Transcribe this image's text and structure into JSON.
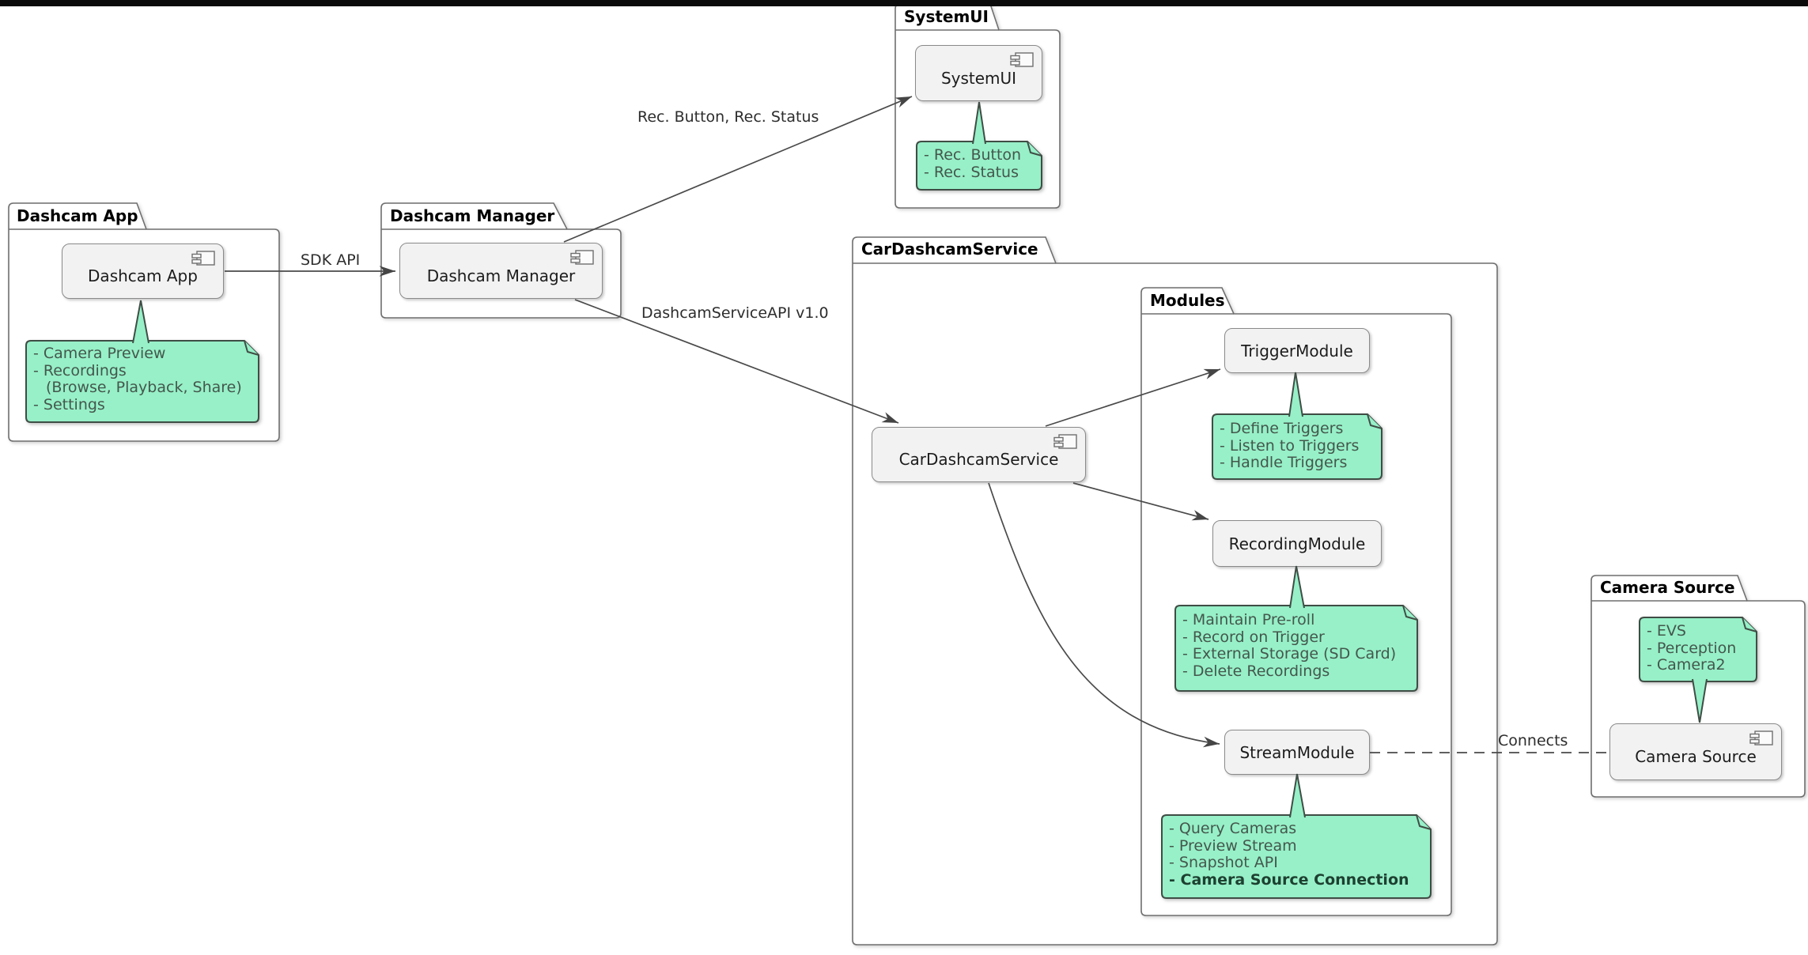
{
  "diagram": {
    "packages": {
      "dashcam_app": {
        "label": "Dashcam App"
      },
      "dashcam_manager": {
        "label": "Dashcam Manager"
      },
      "systemui": {
        "label": "SystemUI"
      },
      "car_dashcam_service": {
        "label": "CarDashcamService"
      },
      "modules": {
        "label": "Modules"
      },
      "camera_source": {
        "label": "Camera Source"
      }
    },
    "components": {
      "dashcam_app": "Dashcam App",
      "dashcam_manager": "Dashcam Manager",
      "systemui": "SystemUI",
      "car_dashcam_service": "CarDashcamService",
      "trigger_module": "TriggerModule",
      "recording_module": "RecordingModule",
      "stream_module": "StreamModule",
      "camera_source": "Camera Source"
    },
    "notes": {
      "dashcam_app": {
        "lines": [
          "- Camera Preview",
          "- Recordings",
          "(Browse, Playback, Share)",
          "- Settings"
        ]
      },
      "systemui": {
        "lines": [
          "- Rec. Button",
          "- Rec. Status"
        ]
      },
      "trigger_module": {
        "lines": [
          "- Define Triggers",
          "- Listen to Triggers",
          "- Handle Triggers"
        ]
      },
      "recording_module": {
        "lines": [
          "- Maintain Pre-roll",
          "- Record on Trigger",
          "- External Storage (SD Card)",
          "- Delete Recordings"
        ]
      },
      "stream_module": {
        "lines": [
          "- Query Cameras",
          "- Preview Stream",
          "- Snapshot API",
          "- Camera Source Connection"
        ]
      },
      "camera_source": {
        "lines": [
          "- EVS",
          "- Perception",
          "- Camera2"
        ]
      }
    },
    "edges": {
      "sdk_api": "SDK API",
      "rec_button_status": "Rec. Button, Rec. Status",
      "dashcam_service_api": "DashcamServiceAPI v1.0",
      "connects": "Connects"
    },
    "colors": {
      "note_fill": "#97F0C8",
      "note_border": "#3f4d45",
      "component_fill": "#F2F2F2",
      "component_border": "#8a8a8a",
      "package_border": "#6f6f6f",
      "line_color": "#4a4a4a"
    }
  }
}
